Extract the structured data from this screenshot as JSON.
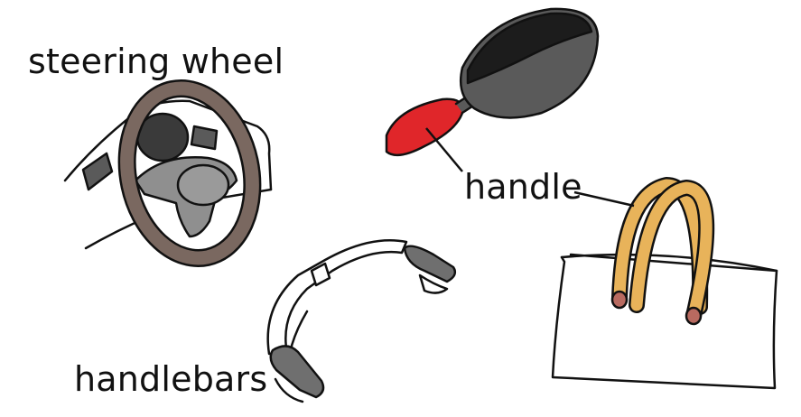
{
  "labels": {
    "steering_wheel": "steering wheel",
    "handle": "handle",
    "handlebars": "handlebars"
  },
  "colors": {
    "outline": "#111111",
    "wheel_rim": "#7a6860",
    "dashboard_gray": "#8f8f8f",
    "pan_body": "#5a5a5a",
    "pan_inside": "#1c1c1c",
    "pan_handle": "#e0262a",
    "bag_handle": "#e8b35a",
    "bag_handle_end": "#b86a60",
    "grip_gray": "#6f6f6f"
  }
}
